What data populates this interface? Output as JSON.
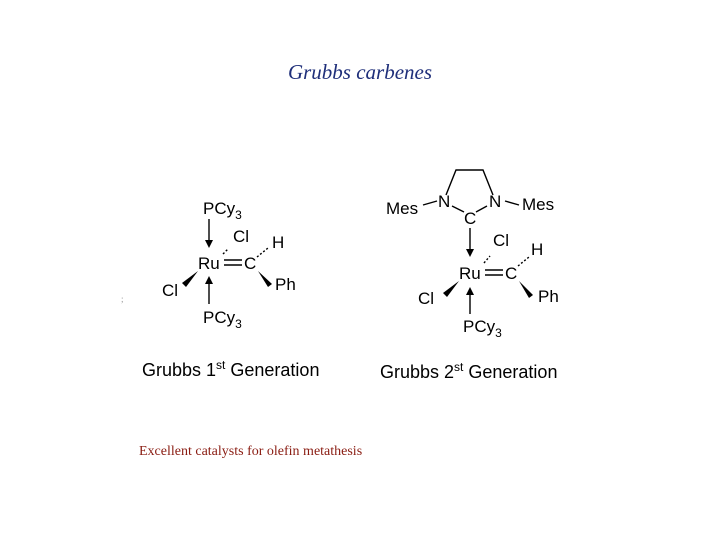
{
  "slide": {
    "title": "Grubbs carbenes",
    "title_color": "#1f2f7a",
    "footnote": "Excellent catalysts for olefin metathesis",
    "footnote_color": "#8a1c12"
  },
  "gen1": {
    "caption_main": "Grubbs 1",
    "caption_sup": "st",
    "caption_tail": " Generation",
    "ligand_top": "PCy",
    "ligand_top_sub": "3",
    "ligand_bottom": "PCy",
    "ligand_bottom_sub": "3",
    "metal": "Ru",
    "carbon": "C",
    "cl_upper": "Cl",
    "cl_lower": "Cl",
    "hydrogen": "H",
    "phenyl": "Ph"
  },
  "gen2": {
    "caption_main": "Grubbs 2",
    "caption_sup": "st",
    "caption_tail": " Generation",
    "mes_left": "Mes",
    "mes_right": "Mes",
    "n_left": "N",
    "n_right": "N",
    "carbene_c": "C",
    "ligand_bottom": "PCy",
    "ligand_bottom_sub": "3",
    "metal": "Ru",
    "carbon": "C",
    "cl_upper": "Cl",
    "cl_lower": "Cl",
    "hydrogen": "H",
    "phenyl": "Ph"
  }
}
